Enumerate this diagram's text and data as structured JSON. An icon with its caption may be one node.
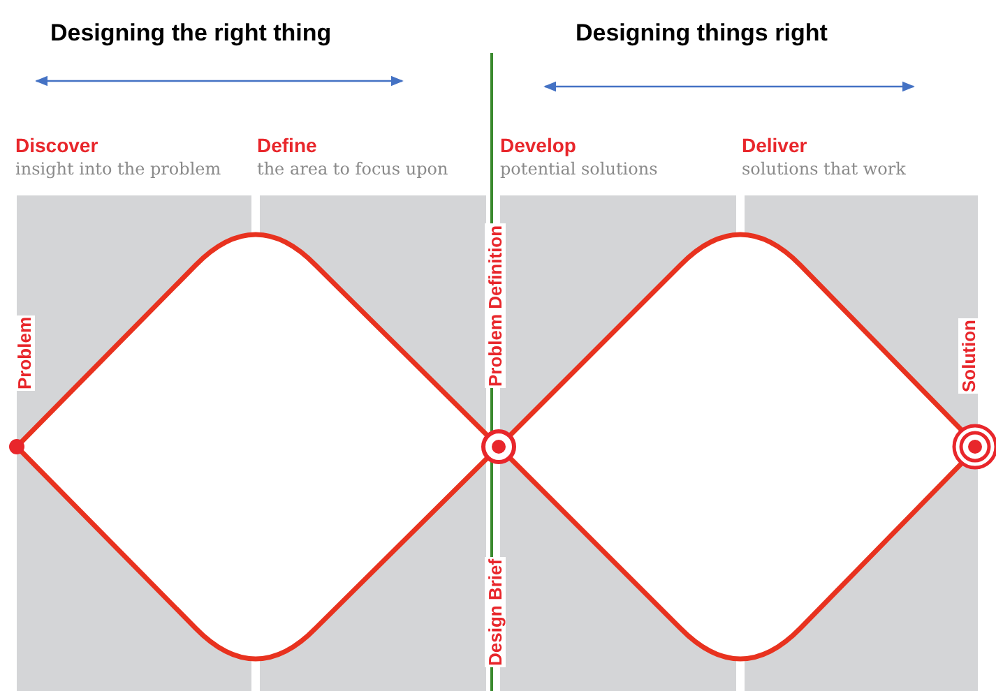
{
  "diagram": {
    "labels": [
      "Designing the right thing",
      "Designing things right",
      "Discover",
      "insight into the problem",
      "Define",
      "the area to focus upon",
      "Develop",
      "potential solutions",
      "Deliver",
      "solutions that work",
      "Problem",
      "Problem Definition",
      "Design Brief",
      "Solution"
    ]
  }
}
